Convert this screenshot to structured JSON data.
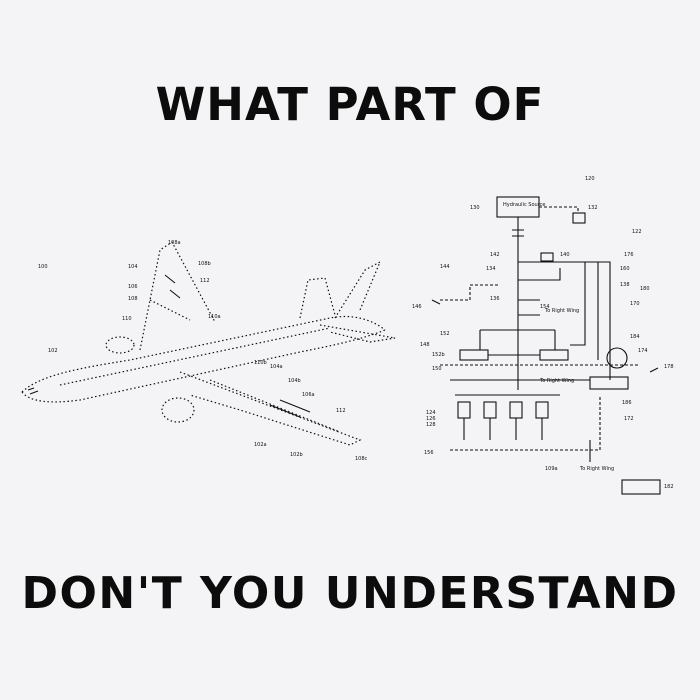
{
  "headline": {
    "top": "WHAT PART OF",
    "bottom": "DON'T YOU UNDERSTAND"
  },
  "airplane_labels": [
    "100",
    "102",
    "104",
    "106",
    "108",
    "108a",
    "108b",
    "110",
    "112",
    "112",
    "110a",
    "110b",
    "104a",
    "104b",
    "102a",
    "102b",
    "106a",
    "108c"
  ],
  "schematic_labels": {
    "hydraulic_source": "Hydraulic Source",
    "to_right_wing_1": "To Right Wing",
    "to_right_wing_2": "To Right Wing",
    "to_right_wing_3": "To Right Wing",
    "ref_numbers": [
      "120",
      "130",
      "132",
      "122",
      "140",
      "142",
      "144",
      "134",
      "136",
      "146",
      "148",
      "150",
      "152",
      "152b",
      "154",
      "160",
      "170",
      "172",
      "174",
      "176",
      "178",
      "180",
      "182",
      "184",
      "186",
      "124",
      "126",
      "128",
      "138",
      "156",
      "109a"
    ]
  }
}
